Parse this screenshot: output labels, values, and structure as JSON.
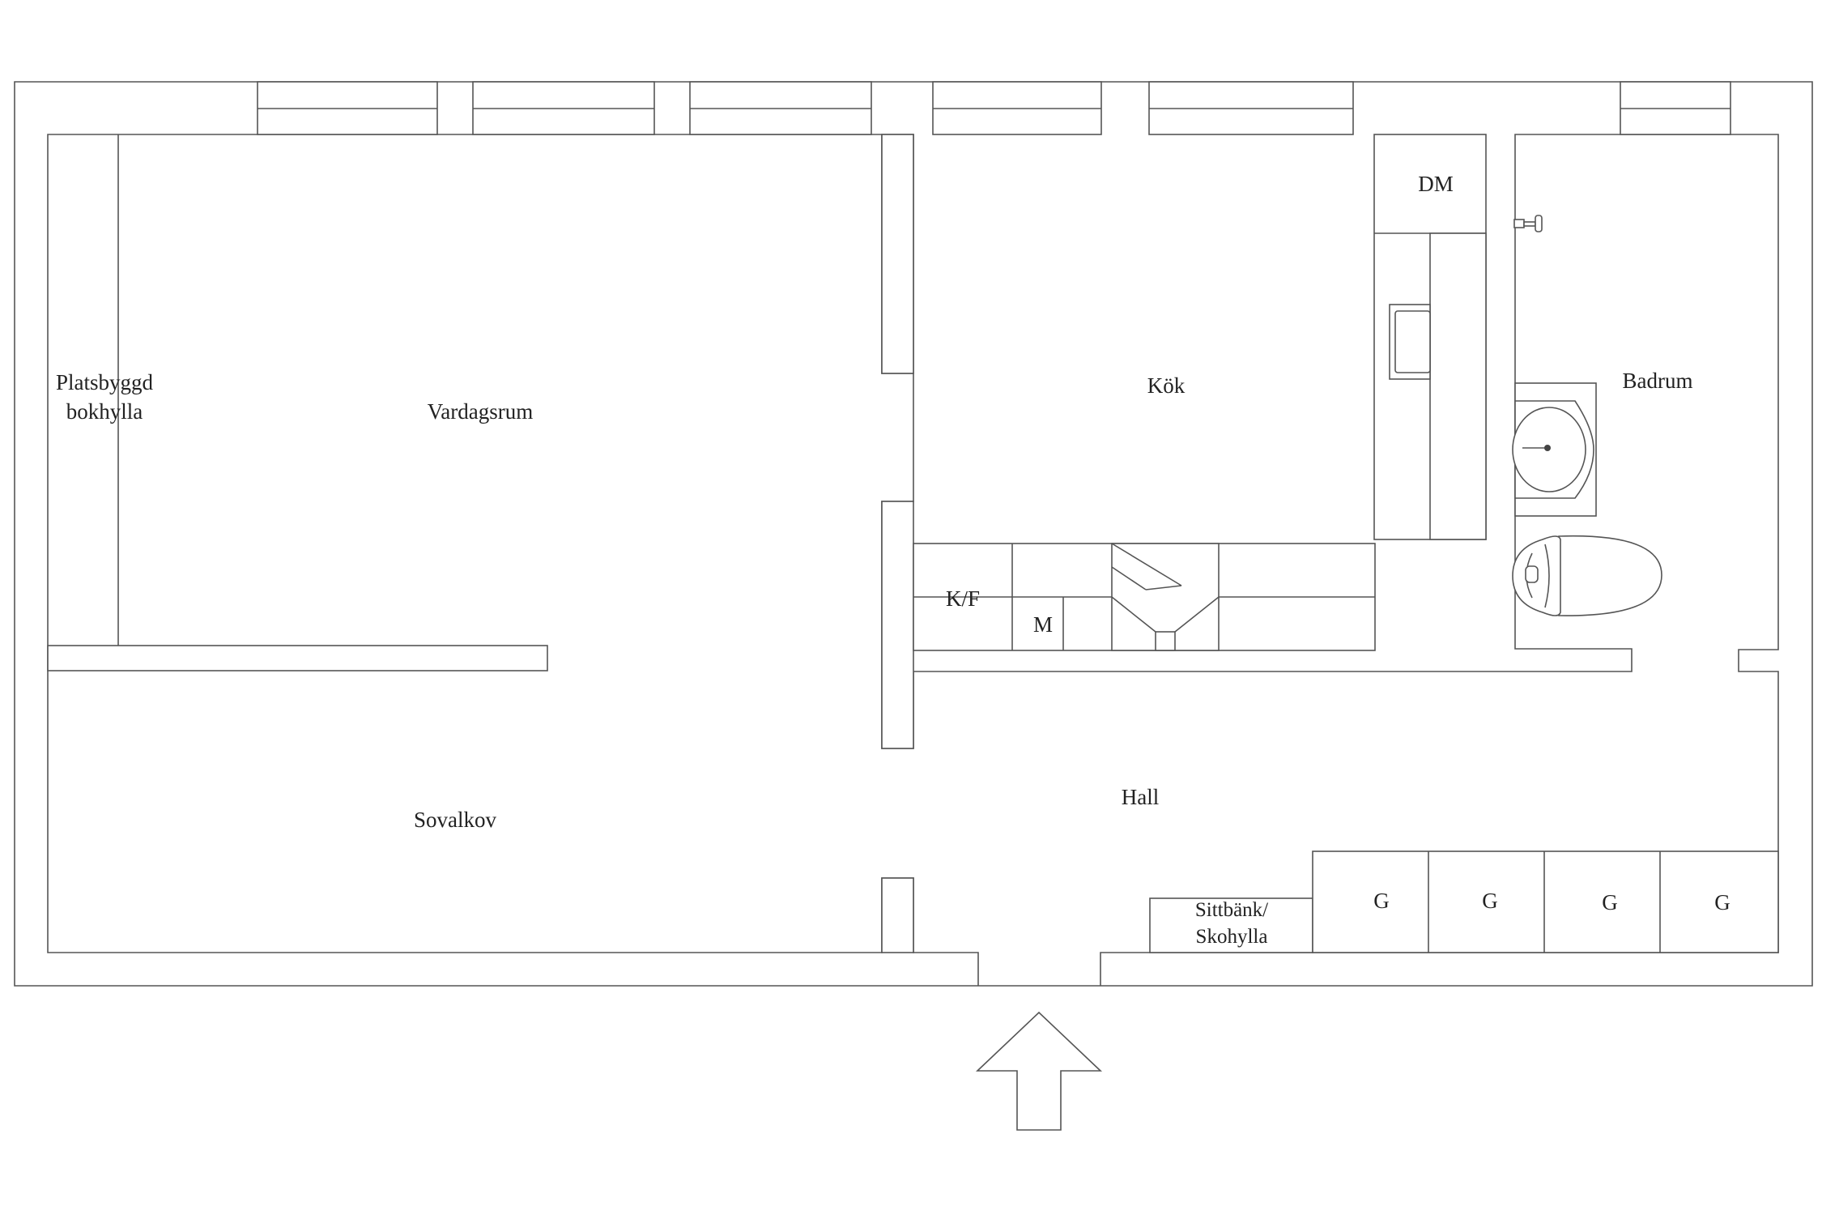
{
  "plan": {
    "rooms": {
      "bookshelf_line1": "Platsbyggd",
      "bookshelf_line2": "bokhylla",
      "living": "Vardagsrum",
      "kitchen": "Kök",
      "dishwasher": "DM",
      "bathroom": "Badrum",
      "fridge_freezer": "K/F",
      "microwave": "M",
      "hall": "Hall",
      "bedroom": "Sovalkov",
      "bench_line1": "Sittbänk/",
      "bench_line2": "Skohylla",
      "wardrobe_1": "G",
      "wardrobe_2": "G",
      "wardrobe_3": "G",
      "wardrobe_4": "G"
    },
    "colors": {
      "line": "#555555",
      "background": "#ffffff",
      "text": "#222222"
    }
  }
}
